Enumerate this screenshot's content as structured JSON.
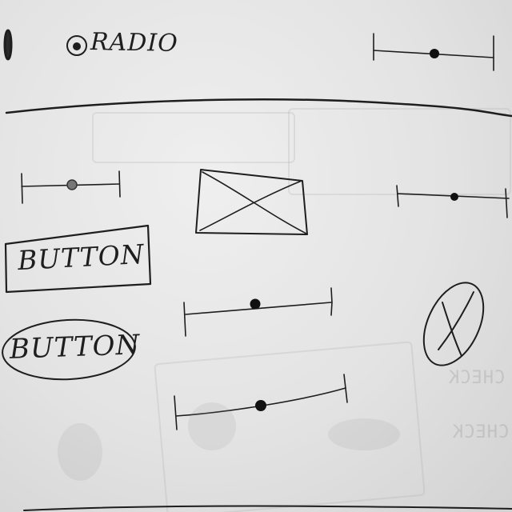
{
  "radio": {
    "label": "RADIO",
    "selected": true
  },
  "buttons": {
    "rect_button_label": "BUTTON",
    "oval_button_label": "BUTTON"
  },
  "sliders": [
    {
      "id": "slider-top-right",
      "value": 0.51
    },
    {
      "id": "slider-left",
      "value": 0.52
    },
    {
      "id": "slider-right",
      "value": 0.52
    },
    {
      "id": "slider-center",
      "value": 0.49
    },
    {
      "id": "slider-bottom",
      "value": 0.49
    }
  ],
  "ghost_text": {
    "check_upper": "CHECK",
    "check_lower": "CHECK"
  },
  "colors": {
    "paper": "#e6e6e6",
    "ink": "#1e1e1e",
    "pencil": "#3a3a3a"
  }
}
